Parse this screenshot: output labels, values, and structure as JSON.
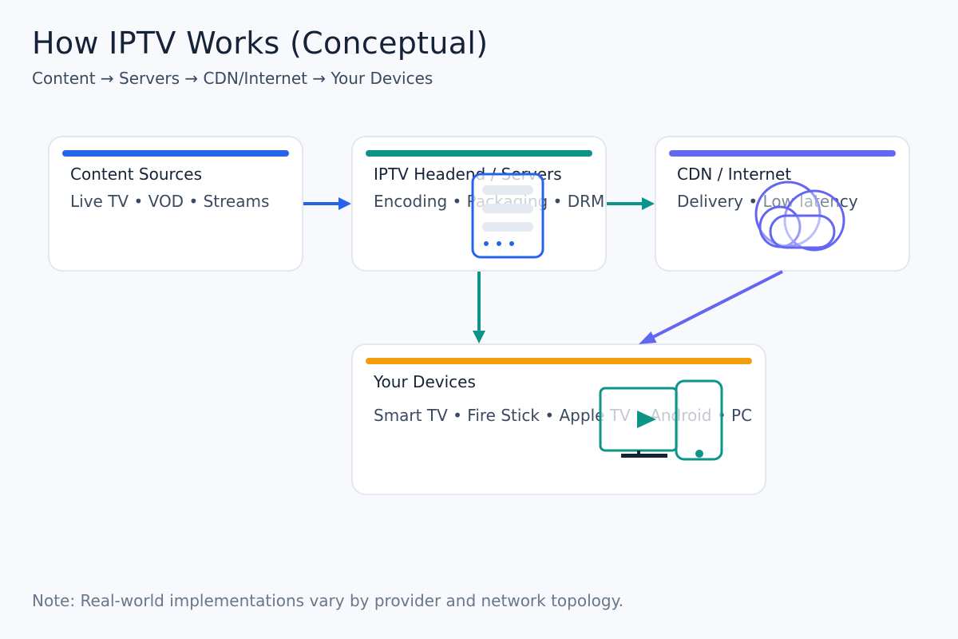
{
  "header": {
    "title": "How IPTV Works (Conceptual)",
    "subtitle": "Content → Servers → CDN/Internet → Your Devices"
  },
  "nodes": [
    {
      "id": "sources",
      "title": "Content Sources",
      "description": "Live TV • VOD • Streams",
      "accent": "#2563eb"
    },
    {
      "id": "headend",
      "title": "IPTV Headend / Servers",
      "description": "Encoding • Packaging • DRM",
      "accent": "#0d9488"
    },
    {
      "id": "cdn",
      "title": "CDN / Internet",
      "description": "Delivery • Low latency",
      "accent": "#6366f1"
    },
    {
      "id": "devices",
      "title": "Your Devices",
      "description": "Smart TV • Fire Stick • Apple TV • Android • PC",
      "accent": "#f59e0b"
    }
  ],
  "edges": [
    {
      "from": "sources",
      "to": "headend",
      "color": "#2563eb"
    },
    {
      "from": "headend",
      "to": "cdn",
      "color": "#0d9488"
    },
    {
      "from": "headend",
      "to": "devices",
      "color": "#0d9488"
    },
    {
      "from": "cdn",
      "to": "devices",
      "color": "#6366f1"
    }
  ],
  "icons": {
    "server": "server-icon",
    "cloud": "cloud-icon",
    "devices": "tv-and-phone-icon"
  },
  "colors": {
    "background": "#f7f9fc",
    "card_border": "#e3e8ee",
    "title": "#152238",
    "body_text": "#3a4a60",
    "note_text": "#687789",
    "server_fill": "#e5e9f2",
    "tv_stand": "#152238"
  },
  "footer": {
    "note": "Note: Real-world implementations vary by provider and network topology."
  }
}
